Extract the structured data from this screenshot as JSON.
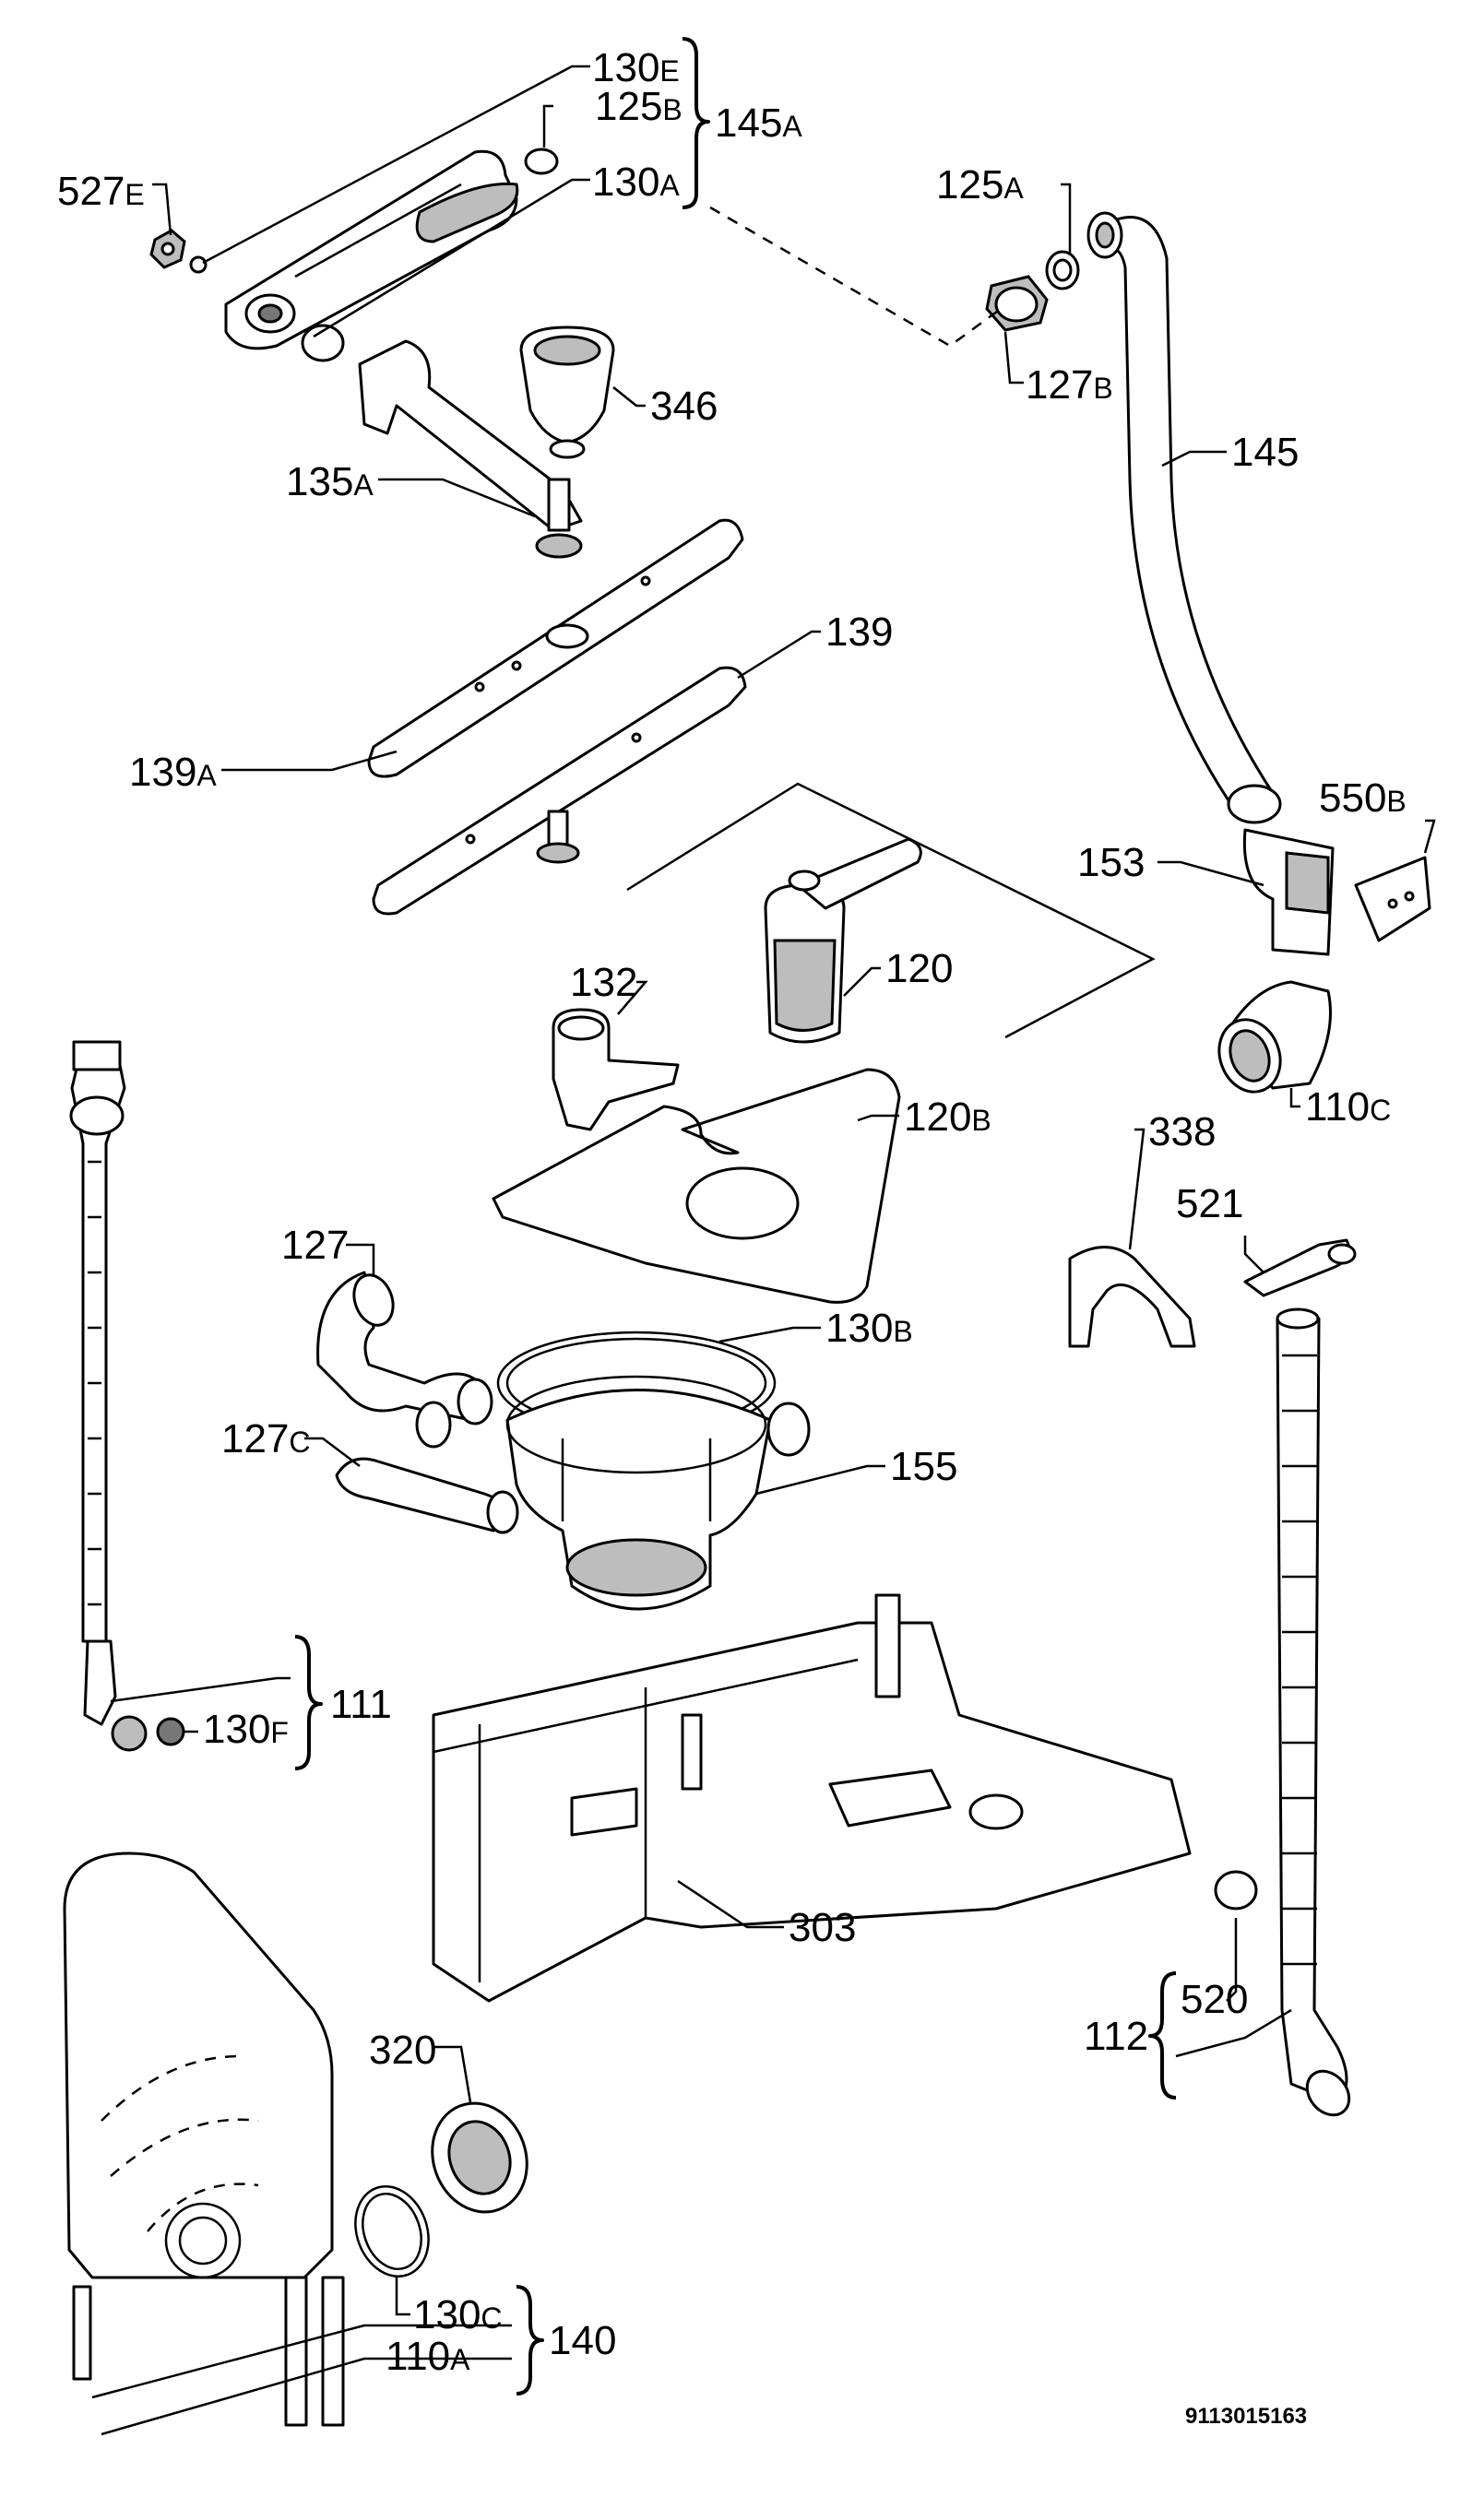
{
  "labels": {
    "l130E": {
      "main": "130",
      "sub": "E"
    },
    "l125B": {
      "main": "125",
      "sub": "B"
    },
    "l130A": {
      "main": "130",
      "sub": "A"
    },
    "l145A": {
      "main": "145",
      "sub": "A"
    },
    "l527E": {
      "main": "527",
      "sub": "E"
    },
    "l125A": {
      "main": "125",
      "sub": "A"
    },
    "l127B": {
      "main": "127",
      "sub": "B"
    },
    "l346": {
      "main": "346",
      "sub": ""
    },
    "l145": {
      "main": "145",
      "sub": ""
    },
    "l135A": {
      "main": "135",
      "sub": "A"
    },
    "l139": {
      "main": "139",
      "sub": ""
    },
    "l139A": {
      "main": "139",
      "sub": "A"
    },
    "l550B": {
      "main": "550",
      "sub": "B"
    },
    "l153": {
      "main": "153",
      "sub": ""
    },
    "l120": {
      "main": "120",
      "sub": ""
    },
    "l132": {
      "main": "132",
      "sub": ""
    },
    "l110C": {
      "main": "110",
      "sub": "C"
    },
    "l120B": {
      "main": "120",
      "sub": "B"
    },
    "l338": {
      "main": "338",
      "sub": ""
    },
    "l127": {
      "main": "127",
      "sub": ""
    },
    "l521": {
      "main": "521",
      "sub": ""
    },
    "l130B": {
      "main": "130",
      "sub": "B"
    },
    "l127C": {
      "main": "127",
      "sub": "C"
    },
    "l155": {
      "main": "155",
      "sub": ""
    },
    "l111": {
      "main": "111",
      "sub": ""
    },
    "l130F": {
      "main": "130",
      "sub": "F"
    },
    "l303": {
      "main": "303",
      "sub": ""
    },
    "l320": {
      "main": "320",
      "sub": ""
    },
    "l520": {
      "main": "520",
      "sub": ""
    },
    "l112": {
      "main": "112",
      "sub": ""
    },
    "l130C": {
      "main": "130",
      "sub": "C"
    },
    "l110A": {
      "main": "110",
      "sub": "A"
    },
    "l140": {
      "main": "140",
      "sub": ""
    }
  },
  "drawing_code": "9113015163",
  "colors": {
    "ink": "#000000",
    "paper": "#ffffff",
    "shade": "#bdbdbd"
  }
}
